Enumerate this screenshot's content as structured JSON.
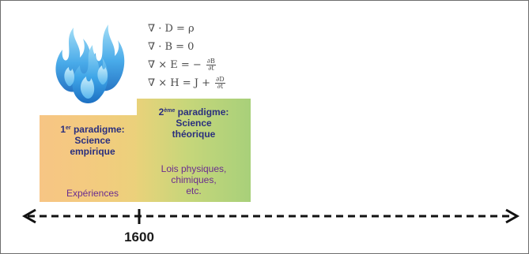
{
  "equations": {
    "eq1": "∇ · D = ρ",
    "eq2": "∇ · B = 0",
    "eq3_lhs": "∇ × E = −",
    "eq3_num": "∂B",
    "eq3_den": "∂t",
    "eq4_lhs": "∇ × H = J +",
    "eq4_num": "∂D",
    "eq4_den": "∂t"
  },
  "paradigm1": {
    "ordinal": "1",
    "ordinal_sup": "er",
    "title_suffix": " paradigme:",
    "line2": "Science",
    "line3": "empirique",
    "example": "Expériences"
  },
  "paradigm2": {
    "ordinal": "2",
    "ordinal_sup": "ème",
    "title_suffix": " paradigme:",
    "line2": "Science",
    "line3": "théorique",
    "example_lines": [
      "Lois physiques,",
      "chimiques,",
      "etc."
    ]
  },
  "timeline": {
    "year_label": "1600"
  },
  "colors": {
    "title_text": "#2a2f7e",
    "example_text": "#6a2c8f",
    "fire_light": "#8fd6f5",
    "fire_mid": "#3fa6e8",
    "fire_dark": "#1c6fc2",
    "box1": "#f7c584",
    "box2": "#a8d07a"
  },
  "icons": {
    "fire": "blue-flames-icon",
    "timeline": "double-arrow-icon"
  }
}
